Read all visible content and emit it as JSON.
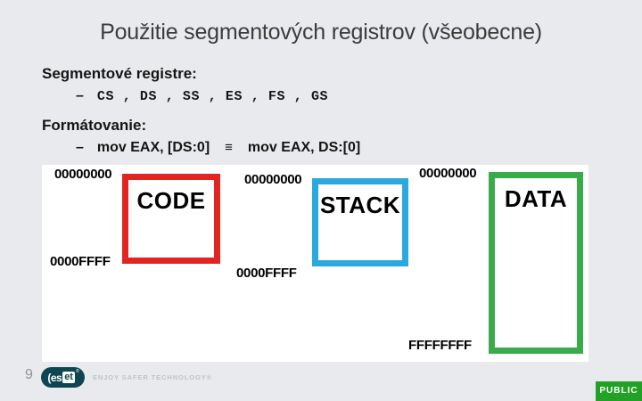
{
  "title": "Použitie segmentových registrov (všeobecne)",
  "content": {
    "heading_registers": "Segmentové registre:",
    "dash": "–",
    "registers": "CS , DS , SS , ES , FS , GS",
    "heading_format": "Formátovanie:",
    "format_left": "mov EAX, [DS:0]",
    "equiv_symbol": "≡",
    "format_right": "mov EAX, DS:[0]"
  },
  "diagram": {
    "segments": [
      {
        "name": "CODE",
        "top_address": "00000000",
        "bottom_address": "0000FFFF",
        "border_color": "#e32522"
      },
      {
        "name": "STACK",
        "top_address": "00000000",
        "bottom_address": "0000FFFF",
        "border_color": "#2aa9e0"
      },
      {
        "name": "DATA",
        "top_address": "00000000",
        "bottom_address": "FFFFFFFF",
        "border_color": "#3aab4a"
      }
    ]
  },
  "footer": {
    "page_number": "9",
    "logo_left": "(es",
    "logo_right": "et",
    "logo_reg": "®",
    "tagline": "ENJOY SAFER TECHNOLOGY®",
    "badge": "PUBLIC",
    "badge_color": "#21a125"
  }
}
